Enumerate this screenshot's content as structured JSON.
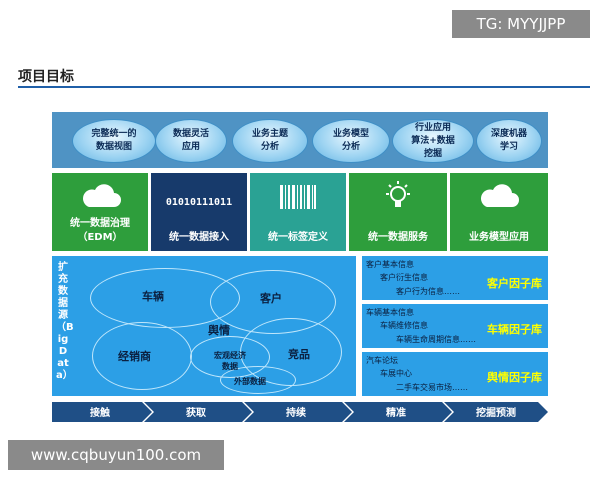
{
  "watermarks": {
    "top": "TG: MYYJJPP",
    "bottom": "www.cqbuyun100.com"
  },
  "title": "项目目标",
  "colors": {
    "title_rule": "#1f5fa8",
    "goals_bar": "#4f93c4",
    "panel": "#2c9fe6",
    "factor_name": "#ffff00",
    "arrow": "#1f4f86"
  },
  "goals": [
    "完整统一的\n数据视图",
    "数据灵活\n应用",
    "业务主题\n分析",
    "业务模型\n分析",
    "行业应用\n算法+数据\n挖掘",
    "深度机器\n学习"
  ],
  "tiles": [
    {
      "label": "统一数据治理\n（EDM）",
      "icon": "cloud-icon",
      "color": "#2e9e3c"
    },
    {
      "label": "统一数据接入",
      "icon": "binary-text-icon",
      "icon_text": "01010111011",
      "color": "#173a6b"
    },
    {
      "label": "统一标签定义",
      "icon": "barcode-icon",
      "color": "#2aa294"
    },
    {
      "label": "统一数据服务",
      "icon": "lightbulb-icon",
      "color": "#2e9e3c"
    },
    {
      "label": "业务模型应用",
      "icon": "cloud-icon",
      "color": "#2e9e3c"
    }
  ],
  "sources": {
    "label": "扩充数据源（Big Data）",
    "items": [
      "车辆",
      "客户",
      "舆情",
      "经销商",
      "竞品",
      "宏观经济\n数据",
      "外部数据"
    ]
  },
  "factors": [
    {
      "lines": [
        "客户基本信息",
        "客户衍生信息",
        "客户行为信息……"
      ],
      "name": "客户因子库"
    },
    {
      "lines": [
        "车辆基本信息",
        "车辆维修信息",
        "车辆生命周期信息……"
      ],
      "name": "车辆因子库"
    },
    {
      "lines": [
        "汽车论坛",
        "车展中心",
        "二手车交易市场……"
      ],
      "name": "舆情因子库"
    }
  ],
  "stages": [
    "接触",
    "获取",
    "持续",
    "精准",
    "挖掘预测"
  ]
}
